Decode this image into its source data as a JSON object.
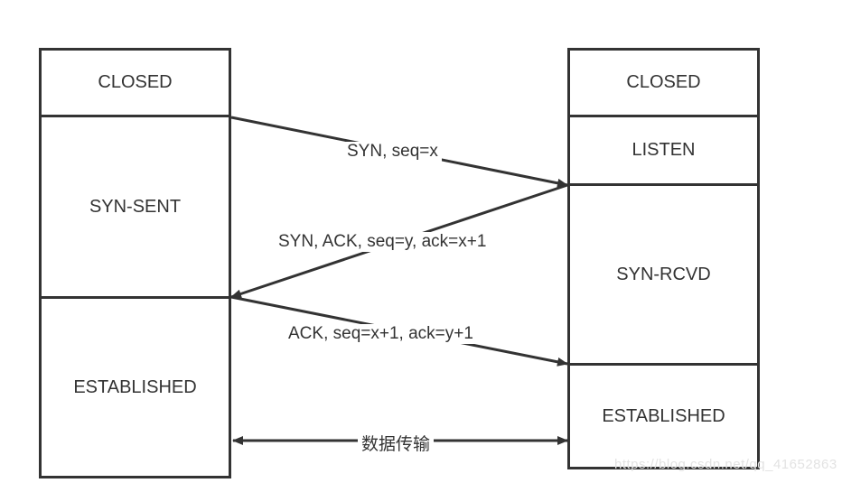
{
  "client": {
    "states": [
      "CLOSED",
      "SYN-SENT",
      "ESTABLISHED"
    ]
  },
  "server": {
    "states": [
      "CLOSED",
      "LISTEN",
      "SYN-RCVD",
      "ESTABLISHED"
    ]
  },
  "messages": {
    "syn": "SYN, seq=x",
    "syn_ack": "SYN, ACK, seq=y, ack=x+1",
    "ack": "ACK, seq=x+1, ack=y+1",
    "data_transfer": "数据传输"
  },
  "watermark": "https://blog.csdn.net/qq_41652863",
  "colors": {
    "line": "#333333",
    "text": "#333333",
    "watermark": "#e3e3e3"
  }
}
